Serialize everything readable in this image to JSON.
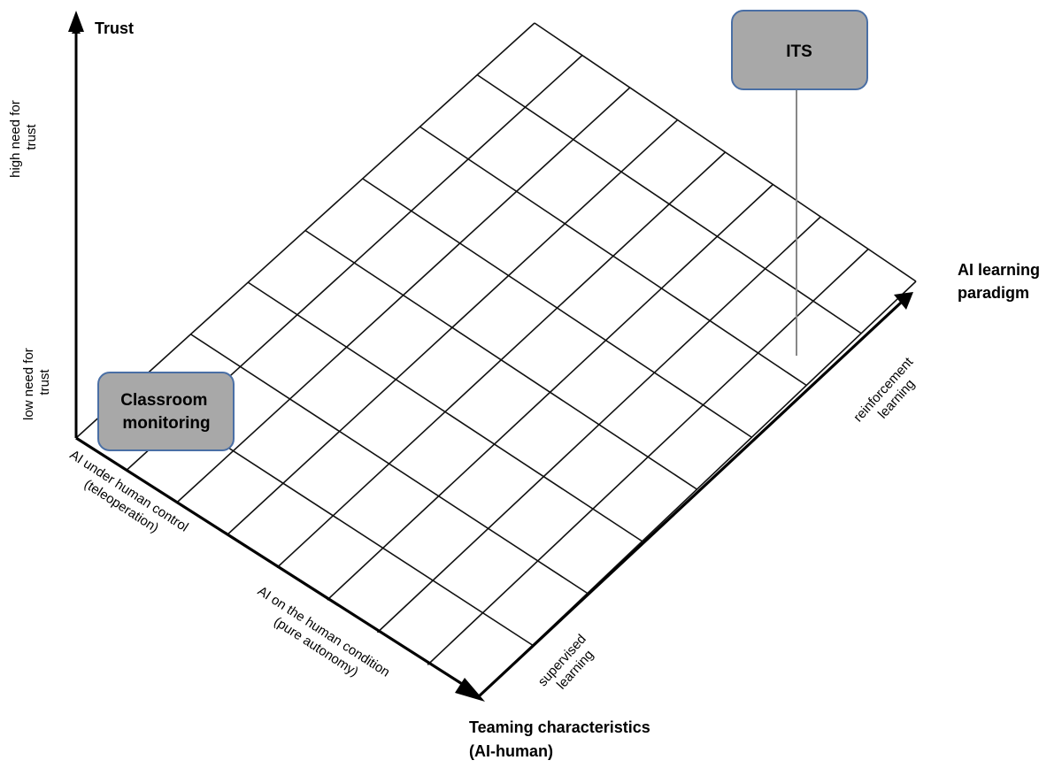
{
  "axes": {
    "trust": {
      "title": "Trust",
      "high_label": [
        "high need for",
        "trust"
      ],
      "low_label": [
        "low need for",
        "trust"
      ]
    },
    "learning": {
      "title": [
        "AI  learning",
        "paradigm"
      ],
      "supervised_label": [
        "supervised",
        "learning"
      ],
      "reinforcement_label": [
        "reinforcement",
        "learning"
      ]
    },
    "teaming": {
      "title": [
        "Teaming characteristics",
        "(AI-human)"
      ],
      "control_label": [
        "AI under human control",
        "(teleoperation)"
      ],
      "autonomy_label": [
        "AI on the human condition",
        "(pure autonomy)"
      ]
    }
  },
  "callouts": {
    "classroom": [
      "Classroom",
      "monitoring"
    ],
    "its": "ITS"
  },
  "grid": {
    "rows": 8,
    "cols": 8
  },
  "colors": {
    "callout_fill": "#a8a8a8",
    "callout_border": "#4a6fa5",
    "pointer": "#888888"
  }
}
